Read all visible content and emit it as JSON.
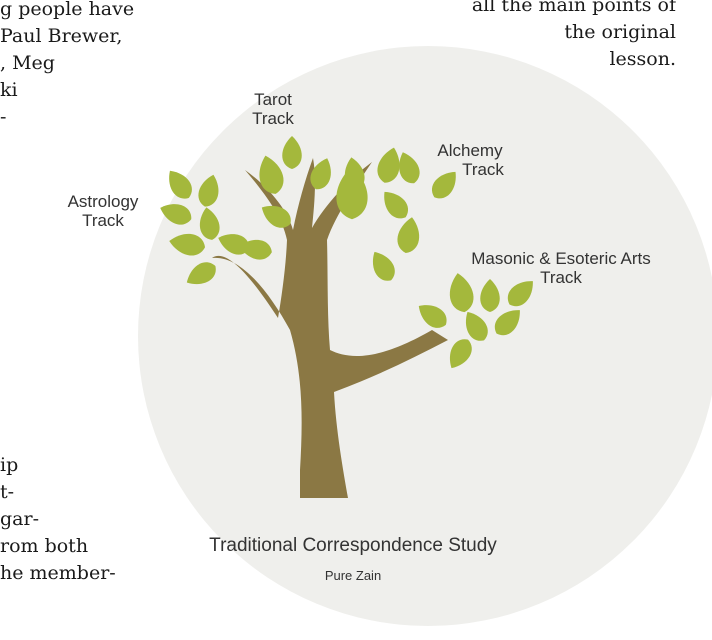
{
  "text_blocks": {
    "left_top": "g people have\nPaul Brewer,\n, Meg\nki\n-",
    "right_top": "all the main points of\nthe original\nlesson.",
    "left_bottom": "ip\nt-\ngar-\nrom both\nhe member-"
  },
  "diagram": {
    "branches": {
      "tarot": [
        "Tarot",
        "Track"
      ],
      "alchemy": [
        "Alchemy",
        "Track"
      ],
      "astrology": [
        "Astrology",
        "Track"
      ],
      "masonic": [
        "Masonic & Esoteric Arts",
        "Track"
      ]
    },
    "title": "Traditional Correspondence Study",
    "subtitle": "Pure Zain",
    "colors": {
      "circle": "#efefec",
      "trunk": "#8b7844",
      "leaf": "#a4b83c"
    }
  }
}
